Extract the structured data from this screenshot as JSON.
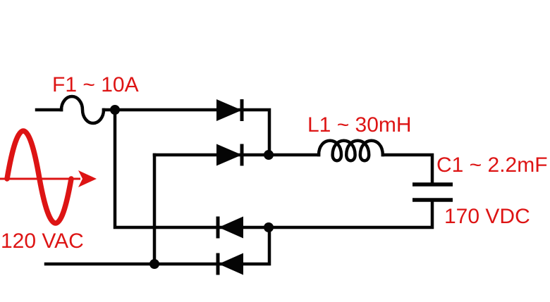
{
  "diagram": {
    "type": "circuit-schematic",
    "subject": "bridge-rectifier-with-lc-filter",
    "colors": {
      "background": "#ffffff",
      "wire": "#050505",
      "accent": "#dd1414"
    },
    "labels": {
      "fuse": "F1 ~ 10A",
      "source": "120 VAC",
      "inductor": "L1 ~ 30mH",
      "capacitor": "C1 ~ 2.2mF",
      "output": "170 VDC"
    },
    "symbols": {
      "source": "sine-wave-with-arrow",
      "fuse": "s-curve-fuse",
      "rectifier": "four-diode-bridge",
      "inductor": "four-loop-coil",
      "capacitor": "parallel-plate"
    }
  }
}
